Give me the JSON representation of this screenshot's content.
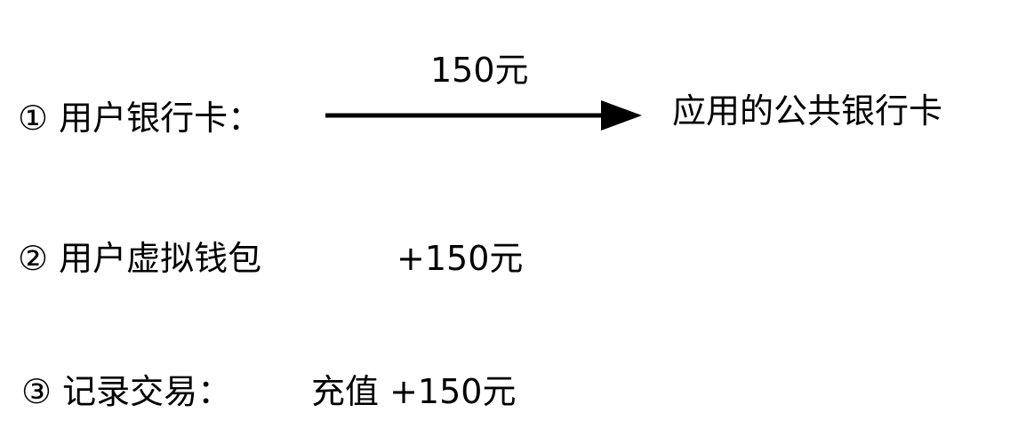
{
  "steps": [
    {
      "label": "① 用户银行卡："
    },
    {
      "label": "② 用户虚拟钱包",
      "amount": "+150元"
    },
    {
      "label": "③ 记录交易：",
      "detail": "充值 +150元"
    }
  ],
  "transfer": {
    "amount": "150元",
    "destination": "应用的公共银行卡"
  },
  "colors": {
    "text": "#000000",
    "arrow": "#000000",
    "background": "#ffffff"
  }
}
